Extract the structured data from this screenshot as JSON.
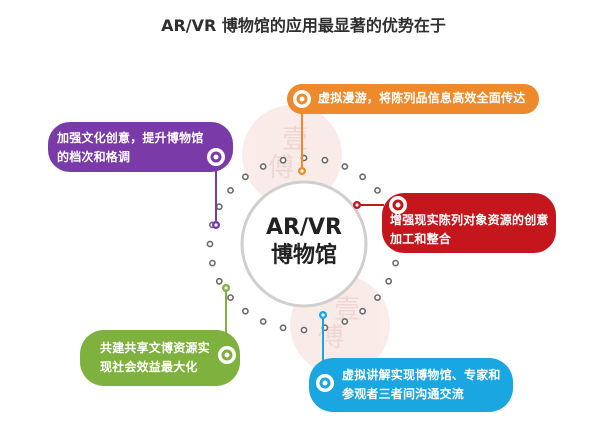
{
  "title": "AR/VR 博物馆的应用最显著的优势在于",
  "center": {
    "line1": "AR/VR",
    "line2": "博物馆"
  },
  "nodes": [
    {
      "id": "virtual-tour",
      "text": "虚拟漫游，将陈列品信息高效全面传达",
      "color": "#ef8a2c"
    },
    {
      "id": "reconstruction",
      "text": "增强现实陈列对象资源的创意加工和整合",
      "color": "#c4161c"
    },
    {
      "id": "communication",
      "text": "虚拟讲解实现博物馆、专家和参观者三者间沟通交流",
      "color": "#1aa6e0"
    },
    {
      "id": "sharing",
      "text": "共建共享文博资源实现社会效益最大化",
      "color": "#7fb13f"
    },
    {
      "id": "culture",
      "text": "加强文化创意，提升博物馆的档次和格调",
      "color": "#7a3aa8"
    }
  ],
  "ring_dot_color": "#6b6b6b",
  "watermark_color": "#e7a79b",
  "icons": [
    "target-icon"
  ]
}
